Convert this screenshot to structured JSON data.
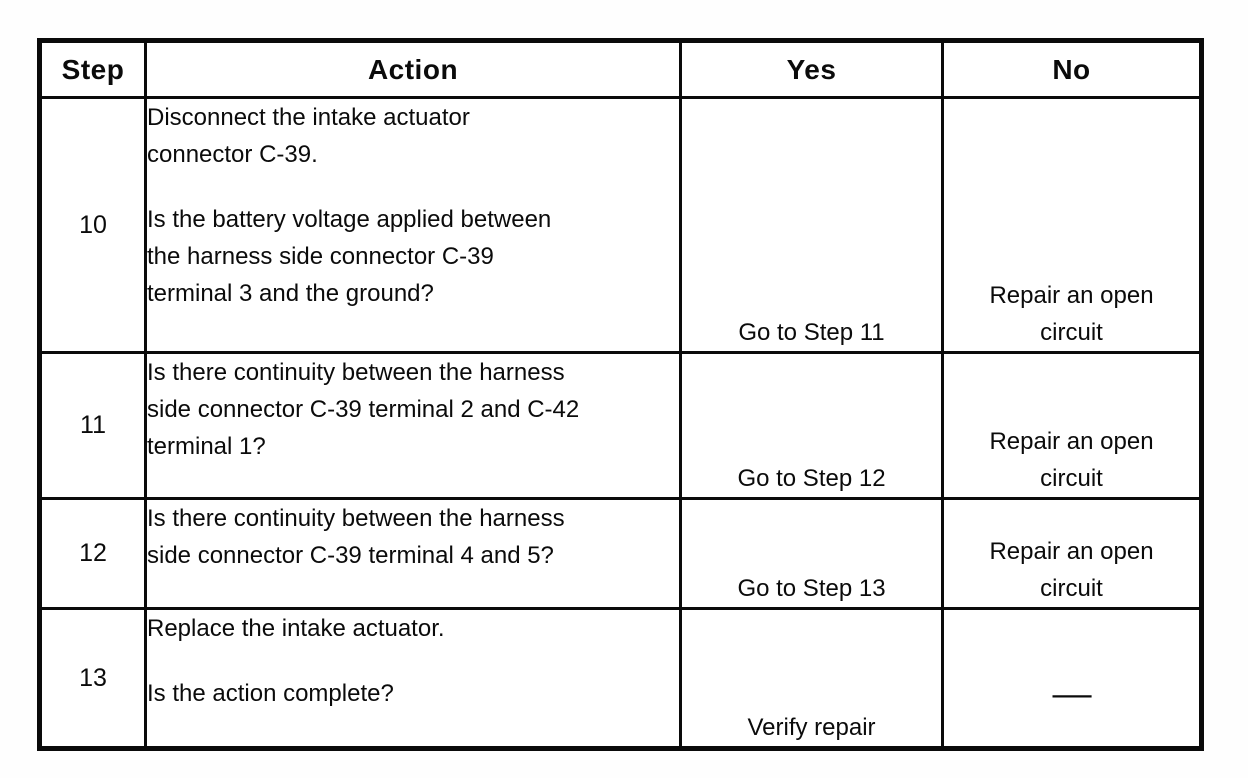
{
  "document": {
    "table": {
      "columns": {
        "step": "Step",
        "action": "Action",
        "yes": "Yes",
        "no": "No"
      },
      "rows": [
        {
          "step": "10",
          "action": [
            "Disconnect the intake actuator\nconnector C-39.",
            "Is the battery voltage applied between\nthe harness side connector C-39\nterminal 3 and the ground?"
          ],
          "yes": "Go to Step 11",
          "no": "Repair an open\ncircuit"
        },
        {
          "step": "11",
          "action": [
            "Is there continuity between the harness\nside connector C-39 terminal 2 and C-42\nterminal 1?"
          ],
          "yes": "Go to Step 12",
          "no": "Repair an open\ncircuit"
        },
        {
          "step": "12",
          "action": [
            "Is there continuity between the harness\nside connector C-39 terminal 4 and 5?"
          ],
          "yes": "Go to Step 13",
          "no": "Repair an open\ncircuit"
        },
        {
          "step": "13",
          "action": [
            "Replace the intake actuator.",
            "Is the action complete?"
          ],
          "yes": "Verify repair",
          "no": "—"
        }
      ]
    }
  }
}
